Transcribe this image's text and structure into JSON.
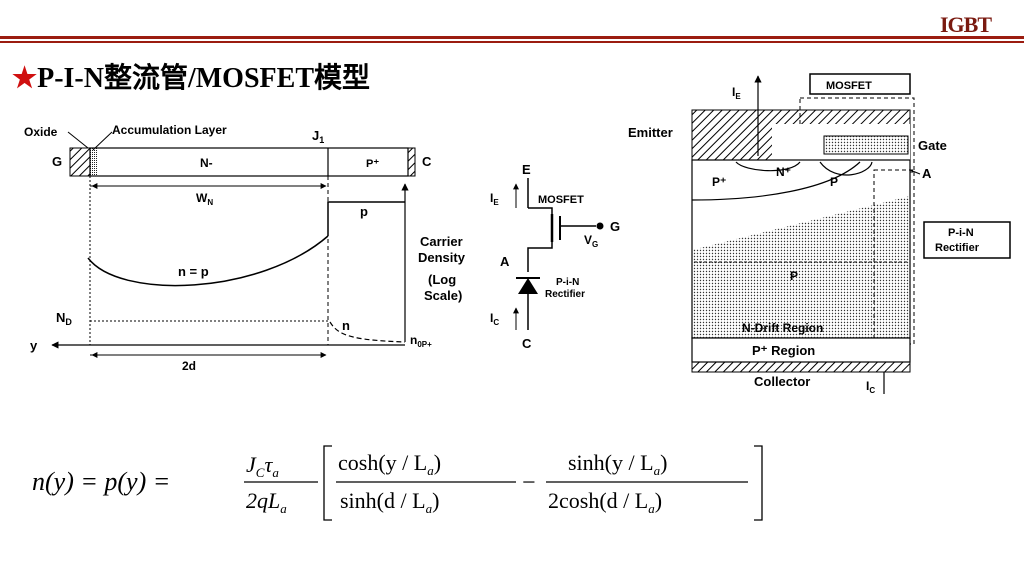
{
  "header": {
    "logo": "IGBT",
    "title_star": "★",
    "title_text": "P-I-N整流管/MOSFET模型"
  },
  "colors": {
    "accent": "#9b1c10",
    "star": "#d01010"
  },
  "left_diagram": {
    "oxide": "Oxide",
    "accumulation_layer": "Accumulation Layer",
    "j1": "J",
    "j1_sub": "1",
    "g": "G",
    "n_minus": "N-",
    "p_plus": "P⁺",
    "c": "C",
    "wn": "W",
    "wn_sub": "N",
    "p": "p",
    "carrier": "Carrier",
    "density": "Density",
    "log": "(Log",
    "scale": "Scale)",
    "n_eq_p": "n = p",
    "nd": "N",
    "nd_sub": "D",
    "n": "n",
    "n0p": "n",
    "n0p_sub": "0P+",
    "y": "y",
    "two_d": "2d"
  },
  "middle_diagram": {
    "e": "E",
    "ie": "I",
    "ie_sub": "E",
    "mosfet": "MOSFET",
    "g": "G",
    "vg": "V",
    "vg_sub": "G",
    "a": "A",
    "pin": "P-i-N",
    "rectifier": "Rectifier",
    "ic": "I",
    "ic_sub": "C",
    "c": "C"
  },
  "right_diagram": {
    "ie": "I",
    "ie_sub": "E",
    "mosfet": "MOSFET",
    "emitter": "Emitter",
    "gate": "Gate",
    "n_plus": "N⁺",
    "p_plus": "P⁺",
    "p": "P",
    "a": "A",
    "pin": "P-i-N",
    "rectifier": "Rectifier",
    "p_mid": "P",
    "ndrift": "N-Drift Region",
    "p_region": "P⁺ Region",
    "collector": "Collector",
    "ic": "I",
    "ic_sub": "C"
  },
  "equation": {
    "lhs": "n(y) = p(y) =",
    "jc": "J",
    "jc_sub": "C",
    "tau": "τ",
    "tau_sub": "a",
    "denom": "2qL",
    "denom_sub": "a",
    "num1": "cosh(y / L",
    "num1_sub": "a",
    "num1_end": ")",
    "den1": "sinh(d / L",
    "den1_sub": "a",
    "den1_end": ")",
    "minus": "−",
    "num2": "sinh(y / L",
    "num2_sub": "a",
    "num2_end": ")",
    "den2": "2cosh(d / L",
    "den2_sub": "a",
    "den2_end": ")"
  }
}
